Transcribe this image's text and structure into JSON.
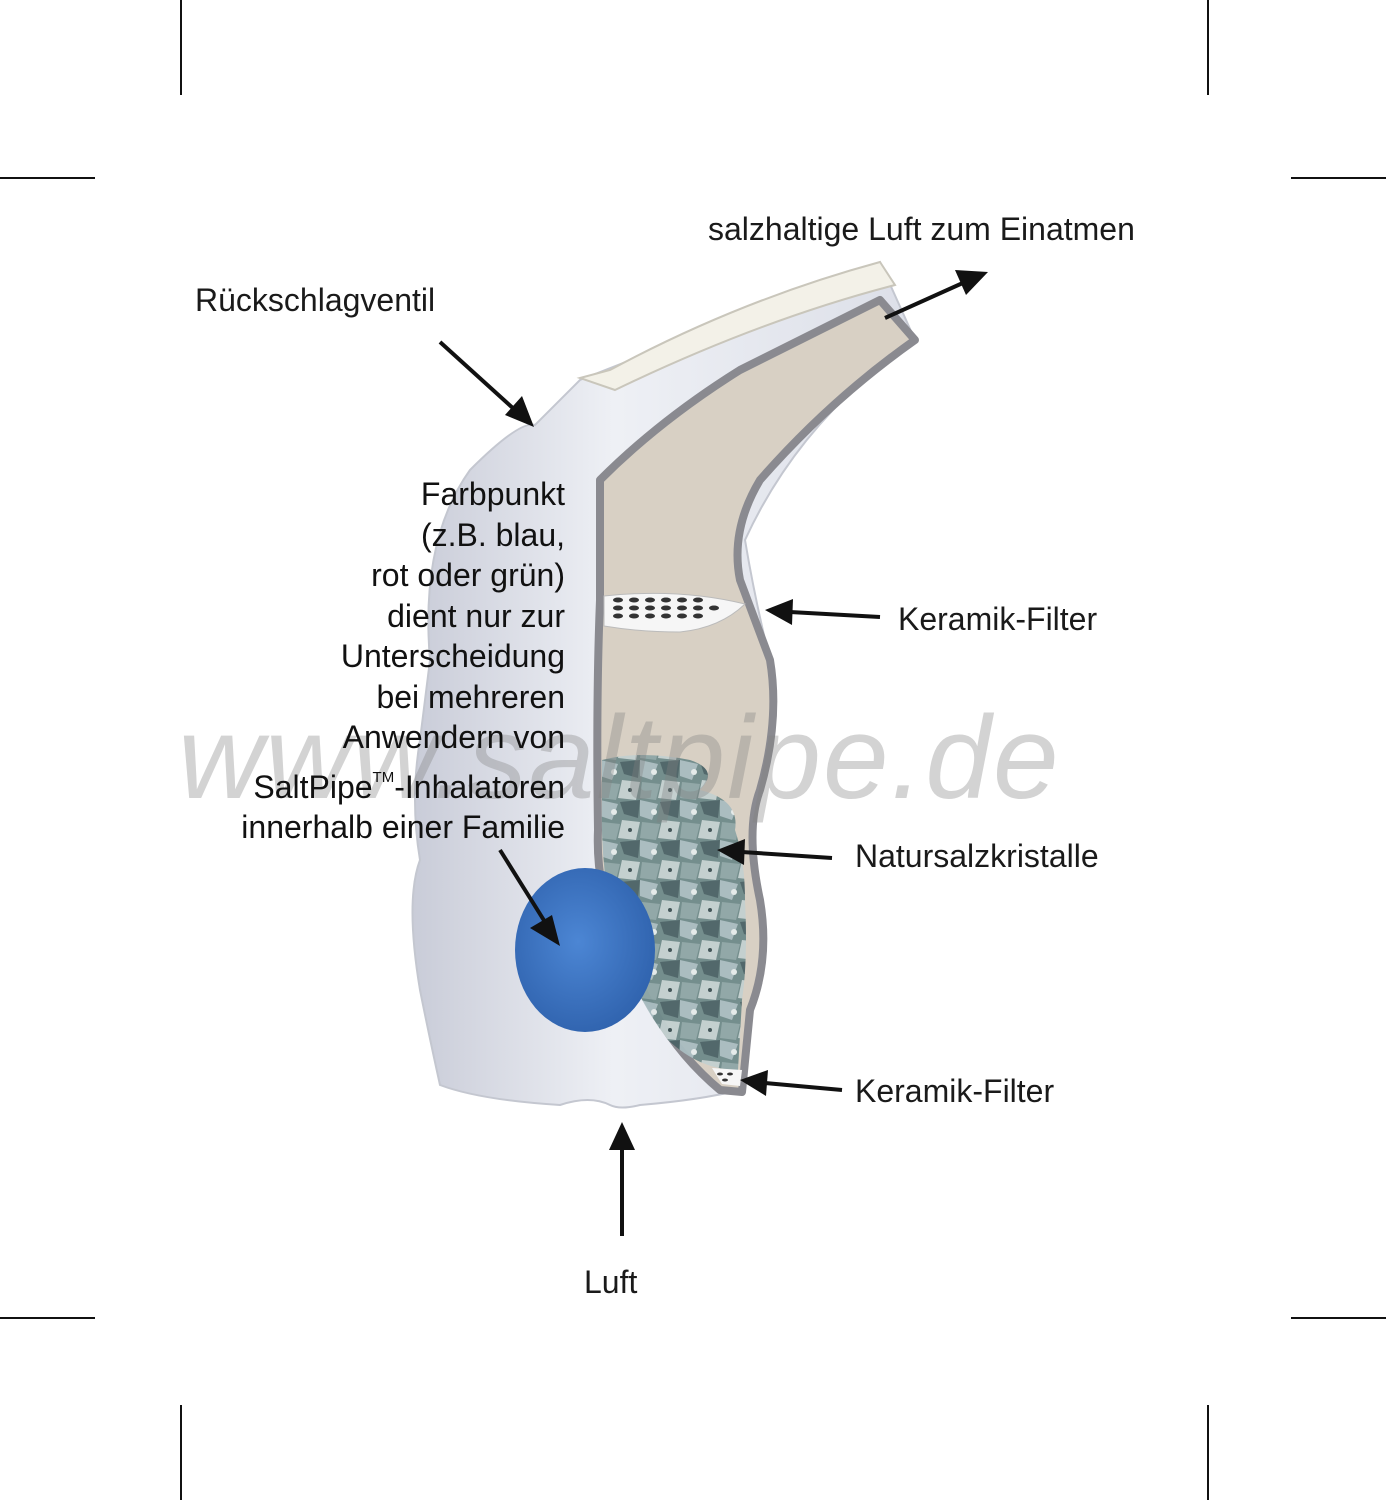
{
  "labels": {
    "outlet": "salzhaltige Luft zum Einatmen",
    "valve": "Rückschlagventil",
    "filter_top": "Keramik-Filter",
    "crystals": "Natursalzkristalle",
    "filter_bottom": "Keramik-Filter",
    "inlet": "Luft"
  },
  "color_dot_note": {
    "line1": "Farbpunkt",
    "line2": "(z.B. blau,",
    "line3": "rot oder grün)",
    "line4": "dient nur zur",
    "line5": "Unterscheidung",
    "line6": "bei mehreren",
    "line7": "Anwendern von",
    "line8_pre": "SaltPipe",
    "line8_tm": "TM",
    "line8_post": "-Inhalatoren",
    "line9": "innerhalb einer Familie"
  },
  "watermark": "www.saltpipe.de",
  "colors": {
    "device_body": "#e4e6ee",
    "cutaway_fill": "#d8d0c4",
    "outline": "#8a8a90",
    "color_dot": "#3f78c8",
    "arrow": "#111111"
  }
}
